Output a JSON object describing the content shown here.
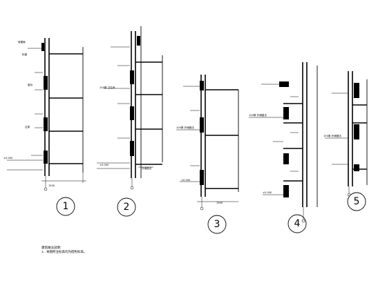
{
  "section_labels": [
    "1",
    "2",
    "3",
    "4",
    "5"
  ],
  "notes": {
    "title": "建筑做法说明:",
    "line1": "1、本图所注标高均为结构标高。"
  }
}
